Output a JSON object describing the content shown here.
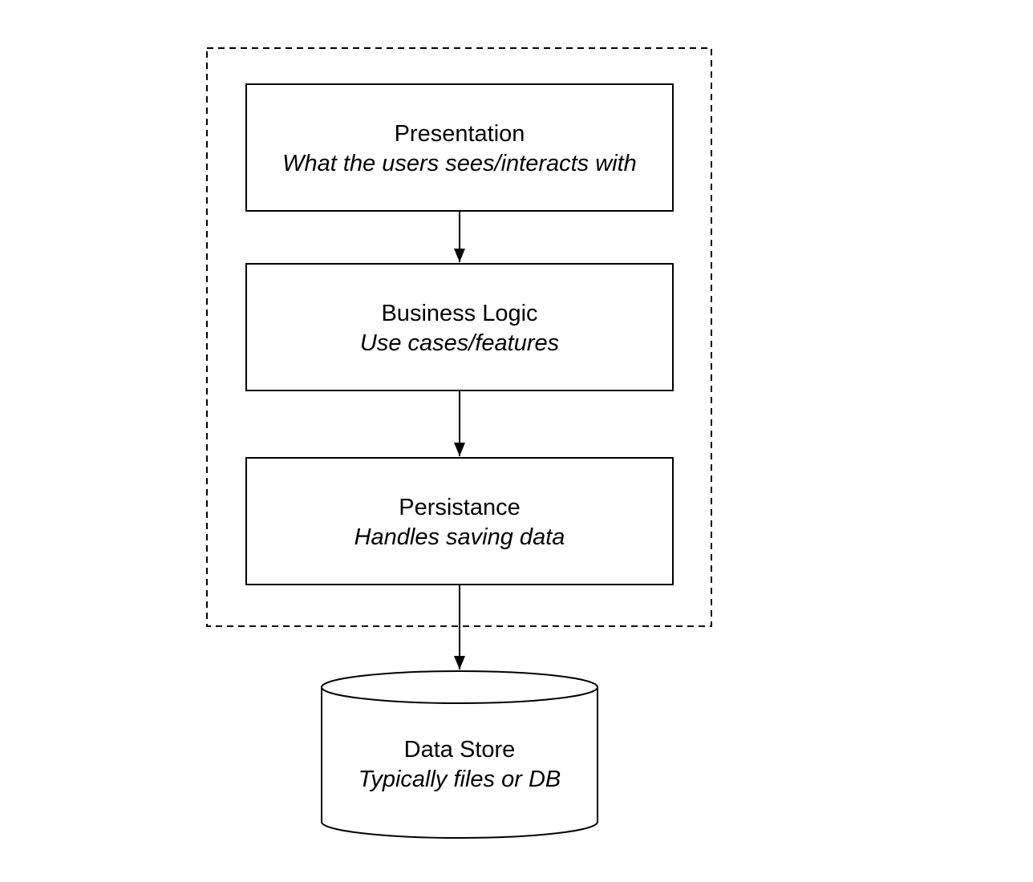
{
  "layers": [
    {
      "title": "Presentation",
      "subtitle": "What the users sees/interacts with"
    },
    {
      "title": "Business Logic",
      "subtitle": "Use cases/features"
    },
    {
      "title": "Persistance",
      "subtitle": "Handles saving data"
    }
  ],
  "data_store": {
    "title": "Data Store",
    "subtitle": "Typically files or DB"
  },
  "colors": {
    "stroke": "#000000",
    "fill": "#ffffff",
    "text": "#000000"
  }
}
